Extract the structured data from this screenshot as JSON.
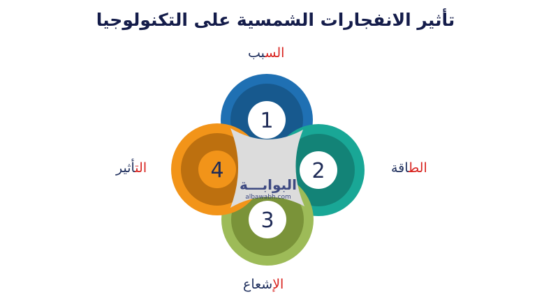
{
  "title": "تأثير الانفجارات الشمسية على التكنولوجيا",
  "labels": {
    "top": {
      "accent": "الس",
      "rest": "بب"
    },
    "right": {
      "accent": "الط",
      "rest": "اقة"
    },
    "bottom": {
      "accent": "الإ",
      "rest": "شعاع"
    },
    "left": {
      "accent": "الت",
      "rest": "أثير"
    }
  },
  "circles": [
    {
      "number": "1",
      "color": "#1f70b3",
      "inner": "#17598e"
    },
    {
      "number": "2",
      "color": "#19a796",
      "inner": "#138377"
    },
    {
      "number": "3",
      "color": "#9dbb58",
      "inner": "#7a9339"
    },
    {
      "number": "4",
      "color": "#f29419",
      "inner": "#bd700f"
    }
  ],
  "watermark": {
    "text": "البوابـــة",
    "subtext": "albawabh.com"
  }
}
